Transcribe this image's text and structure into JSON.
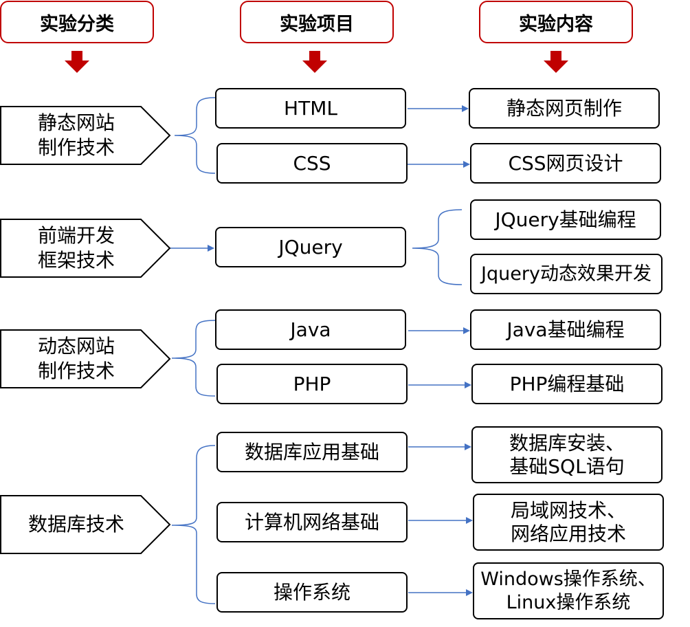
{
  "headers": {
    "category": "实验分类",
    "project": "实验项目",
    "content": "实验内容"
  },
  "categories": [
    "静态网站\n制作技术",
    "前端开发\n框架技术",
    "动态网站\n制作技术",
    "数据库技术"
  ],
  "projects": [
    "HTML",
    "CSS",
    "JQuery",
    "Java",
    "PHP",
    "数据库应用基础",
    "计算机网络基础",
    "操作系统"
  ],
  "contents": [
    "静态网页制作",
    "CSS网页设计",
    "JQuery基础编程",
    "Jquery动态效果开发",
    "Java基础编程",
    "PHP编程基础",
    "数据库安装、\n基础SQL语句",
    "局域网技术、\n网络应用技术",
    "Windows操作系统、\nLinux操作系统"
  ],
  "colors": {
    "header_border": "#c00000",
    "arrow_red": "#c00000",
    "connector_blue": "#4472c4",
    "box_border": "#000000"
  }
}
